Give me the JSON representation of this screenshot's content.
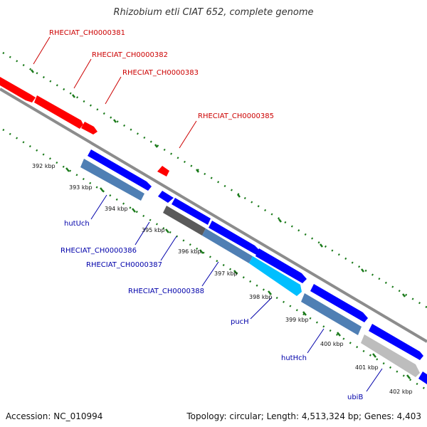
{
  "title": "Rhizobium etli CIAT 652, complete genome",
  "accession_text": "Accession: NC_010994",
  "topology_text": "Topology: circular; Length: 4,513,324 bp; Genes: 4,403",
  "top_labels": [
    "RHECIAT_CH0000381",
    "RHECIAT_CH0000382",
    "RHECIAT_CH0000383",
    "RHECIAT_CH0000385"
  ],
  "bottom_labels": [
    "hutUch",
    "RHECIAT_CH0000386",
    "RHECIAT_CH0000387",
    "RHECIAT_CH0000388",
    "pucH",
    "hutHch",
    "ubiB"
  ],
  "kbp_ticks": [
    "392 kbp",
    "393 kbp",
    "394 kbp",
    "395 kbp",
    "396 kbp",
    "397 kbp",
    "398 kbp",
    "399 kbp",
    "400 kbp",
    "401 kbp",
    "402 kbp"
  ],
  "colors": {
    "top_label": "#cc0000",
    "bottom_label": "#0000aa",
    "tick": "#1a7a1a",
    "axis": "#8c8c8c",
    "gene_red": "#ff0000",
    "gene_blue": "#0000ff",
    "gene_steel": "#4f7fb4",
    "gene_dark": "#5a5a5a",
    "gene_cyan": "#00bfff",
    "gene_light": "#bdbdbd"
  }
}
